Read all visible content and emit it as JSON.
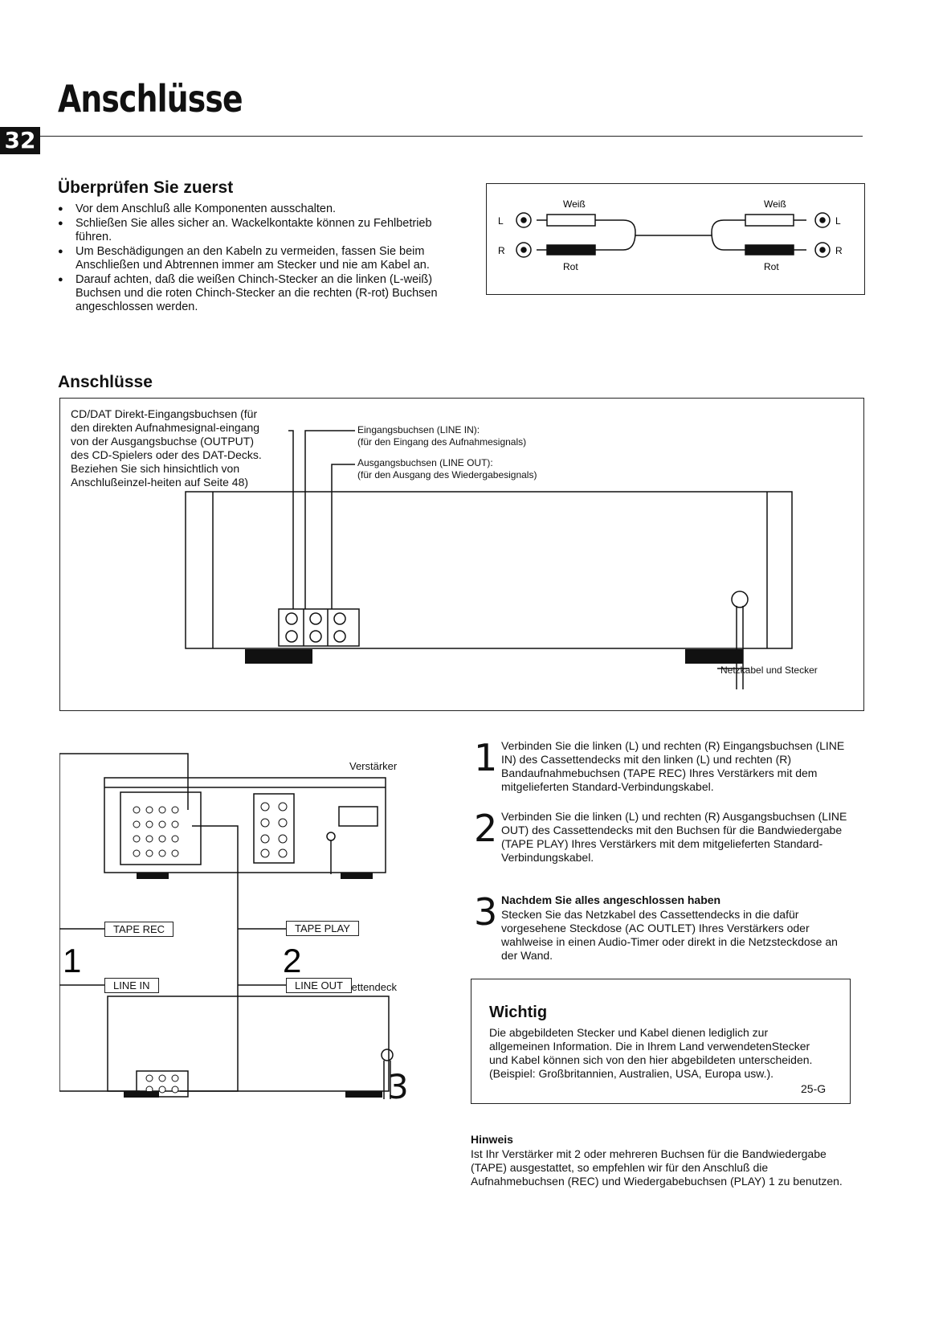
{
  "page": {
    "title": "Anschlüsse",
    "page_number": "32",
    "footer_code": "25-G"
  },
  "check": {
    "heading": "Überprüfen Sie zuerst",
    "items": [
      "Vor dem Anschluß alle Komponenten ausschalten.",
      "Schließen Sie alles sicher an. Wackelkontakte können zu Fehlbetrieb führen.",
      "Um Beschädigungen an den Kabeln zu vermeiden, fassen Sie beim Anschließen und Abtrennen immer am Stecker und nie am Kabel an.",
      "Darauf achten, daß die weißen Chinch-Stecker an die linken (L-weiß) Buchsen und die roten Chinch-Stecker an die rechten (R-rot) Buchsen angeschlossen werden."
    ]
  },
  "cable_diagram": {
    "white": "Weiß",
    "red": "Rot",
    "left": "L",
    "right": "R"
  },
  "connections": {
    "heading": "Anschlüsse",
    "cd_dat_note": "CD/DAT Direkt-Eingangsbuchsen (für den direkten Aufnahmesignal-eingang von der Ausgangsbuchse (OUTPUT) des CD-Spielers oder des DAT-Decks. Beziehen Sie sich hinsichtlich von Anschlußeinzel-heiten auf Seite 48)",
    "line_in_label": "Eingangsbuchsen (LINE IN):",
    "line_in_sub": "(für den Eingang des Aufnahmesignals)",
    "line_out_label": "Ausgangsbuchsen (LINE OUT):",
    "line_out_sub": "(für den Ausgang des Wiedergabesignals)",
    "power_label": "Netzkabel und Stecker"
  },
  "wiring": {
    "amplifier": "Verstärker",
    "cassette": "Cassettendeck",
    "tape_rec": "TAPE REC",
    "tape_play": "TAPE PLAY",
    "line_in": "LINE IN",
    "line_out": "LINE OUT",
    "num1": "1",
    "num2": "2",
    "num3": "3"
  },
  "steps": [
    {
      "num": "1",
      "text": "Verbinden Sie die linken (L) und rechten (R) Eingangsbuchsen (LINE IN) des Cassettendecks mit den linken (L) und rechten (R) Bandaufnahmebuchsen (TAPE REC) Ihres Verstärkers mit dem mitgelieferten Standard-Verbindungskabel."
    },
    {
      "num": "2",
      "text": "Verbinden Sie die linken (L) und rechten (R) Ausgangsbuchsen (LINE OUT) des Cassettendecks mit den Buchsen für die Bandwiedergabe (TAPE PLAY) Ihres Verstärkers mit dem mitgelieferten Standard-Verbindungskabel."
    },
    {
      "num": "3",
      "title": "Nachdem Sie alles angeschlossen haben",
      "text": "Stecken Sie das Netzkabel des Cassettendecks in die dafür vorgesehene Steckdose (AC OUTLET) Ihres Verstärkers oder wahlweise in einen Audio-Timer oder direkt in die Netzsteckdose an der Wand."
    }
  ],
  "important": {
    "heading": "Wichtig",
    "text": "Die abgebildeten Stecker und Kabel dienen lediglich zur allgemeinen Information. Die in Ihrem Land verwendetenStecker und Kabel können sich von den hier abgebildeten unterscheiden. (Beispiel: Großbritannien, Australien, USA, Europa usw.)."
  },
  "note": {
    "heading": "Hinweis",
    "text": "Ist Ihr Verstärker mit 2 oder mehreren Buchsen für die Bandwiedergabe (TAPE) ausgestattet, so empfehlen wir für den Anschluß die Aufnahmebuchsen (REC) und Wiedergabebuchsen (PLAY) 1 zu benutzen."
  }
}
